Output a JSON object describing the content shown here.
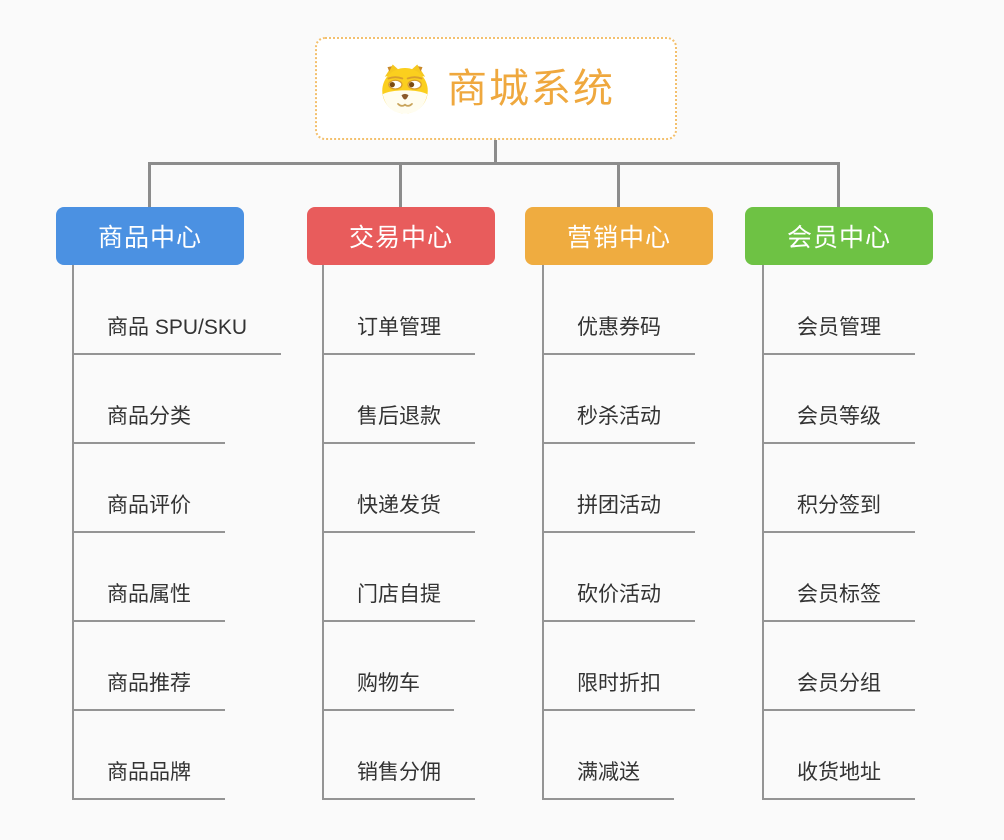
{
  "root": {
    "title": "商城系统",
    "icon": "doge-icon"
  },
  "colors": {
    "background": "#FAFAFA",
    "connector": "#8C8C8C",
    "leaf_line": "#949494",
    "root_border": "#F3C06E",
    "root_text": "#EFA83E",
    "leaf_text": "#333333"
  },
  "branches": [
    {
      "label": "商品中心",
      "color": "#4B91E2",
      "items": [
        "商品 SPU/SKU",
        "商品分类",
        "商品评价",
        "商品属性",
        "商品推荐",
        "商品品牌"
      ]
    },
    {
      "label": "交易中心",
      "color": "#E85C5C",
      "items": [
        "订单管理",
        "售后退款",
        "快递发货",
        "门店自提",
        "购物车",
        "销售分佣"
      ]
    },
    {
      "label": "营销中心",
      "color": "#EFAC40",
      "items": [
        "优惠券码",
        "秒杀活动",
        "拼团活动",
        "砍价活动",
        "限时折扣",
        "满减送"
      ]
    },
    {
      "label": "会员中心",
      "color": "#6EC244",
      "items": [
        "会员管理",
        "会员等级",
        "积分签到",
        "会员标签",
        "会员分组",
        "收货地址"
      ]
    }
  ]
}
